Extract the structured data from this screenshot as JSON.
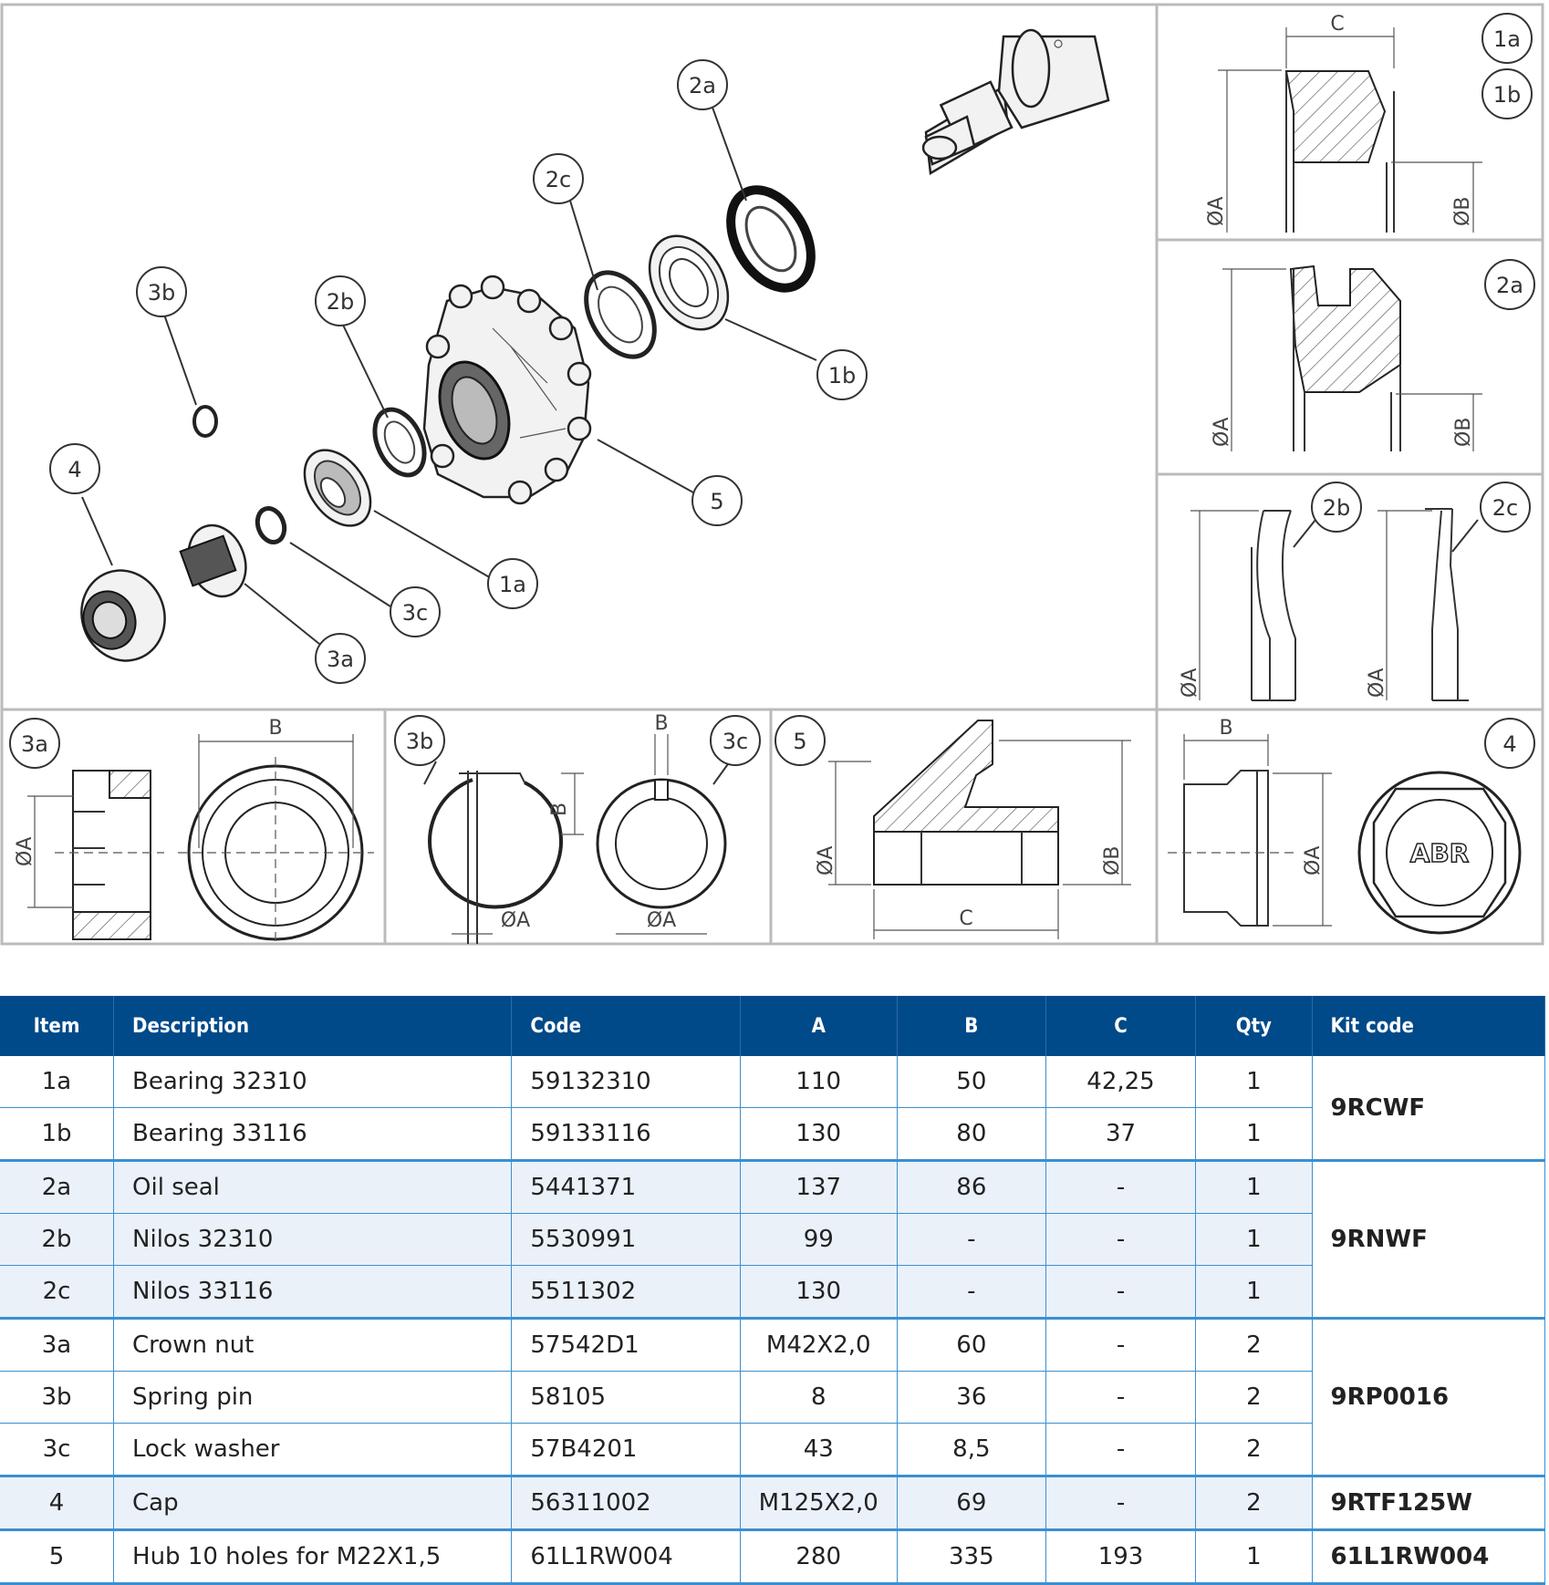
{
  "drawing": {
    "bubbles": {
      "main_1a": "1a",
      "main_1b": "1b",
      "main_2a": "2a",
      "main_2b": "2b",
      "main_2c": "2c",
      "main_3a": "3a",
      "main_3b": "3b",
      "main_3c": "3c",
      "main_4": "4",
      "main_5": "5",
      "d1a": "1a",
      "d1b": "1b",
      "d2a": "2a",
      "d2b": "2b",
      "d2c": "2c",
      "d3a": "3a",
      "d3b": "3b",
      "d3c": "3c",
      "d5": "5",
      "d4": "4"
    },
    "dims": {
      "A": "ØA",
      "B": "ØB",
      "B_plain": "B",
      "C": "C"
    },
    "cap_logo": "ABR"
  },
  "table": {
    "headers": {
      "item": "Item",
      "description": "Description",
      "code": "Code",
      "a": "A",
      "b": "B",
      "c": "C",
      "qty": "Qty",
      "kit": "Kit code"
    },
    "rows": [
      {
        "item": "1a",
        "description": "Bearing 32310",
        "code": "59132310",
        "a": "110",
        "b": "50",
        "c": "42,25",
        "qty": "1"
      },
      {
        "item": "1b",
        "description": "Bearing 33116",
        "code": "59133116",
        "a": "130",
        "b": "80",
        "c": "37",
        "qty": "1"
      },
      {
        "item": "2a",
        "description": "Oil seal",
        "code": "5441371",
        "a": "137",
        "b": "86",
        "c": "-",
        "qty": "1"
      },
      {
        "item": "2b",
        "description": "Nilos 32310",
        "code": "5530991",
        "a": "99",
        "b": "-",
        "c": "-",
        "qty": "1"
      },
      {
        "item": "2c",
        "description": "Nilos 33116",
        "code": "5511302",
        "a": "130",
        "b": "-",
        "c": "-",
        "qty": "1"
      },
      {
        "item": "3a",
        "description": "Crown nut",
        "code": "57542D1",
        "a": "M42X2,0",
        "b": "60",
        "c": "-",
        "qty": "2"
      },
      {
        "item": "3b",
        "description": "Spring pin",
        "code": "58105",
        "a": "8",
        "b": "36",
        "c": "-",
        "qty": "2"
      },
      {
        "item": "3c",
        "description": "Lock washer",
        "code": "57B4201",
        "a": "43",
        "b": "8,5",
        "c": "-",
        "qty": "2"
      },
      {
        "item": "4",
        "description": "Cap",
        "code": "56311002",
        "a": "M125X2,0",
        "b": "69",
        "c": "-",
        "qty": "2"
      },
      {
        "item": "5",
        "description": "Hub 10 holes for M22X1,5",
        "code": "61L1RW004",
        "a": "280",
        "b": "335",
        "c": "193",
        "qty": "1"
      }
    ],
    "kits": {
      "bearings": "9RCWF",
      "seals": "9RNWF",
      "nut_set": "9RP0016",
      "cap": "9RTF125W",
      "hub": "61L1RW004"
    }
  }
}
